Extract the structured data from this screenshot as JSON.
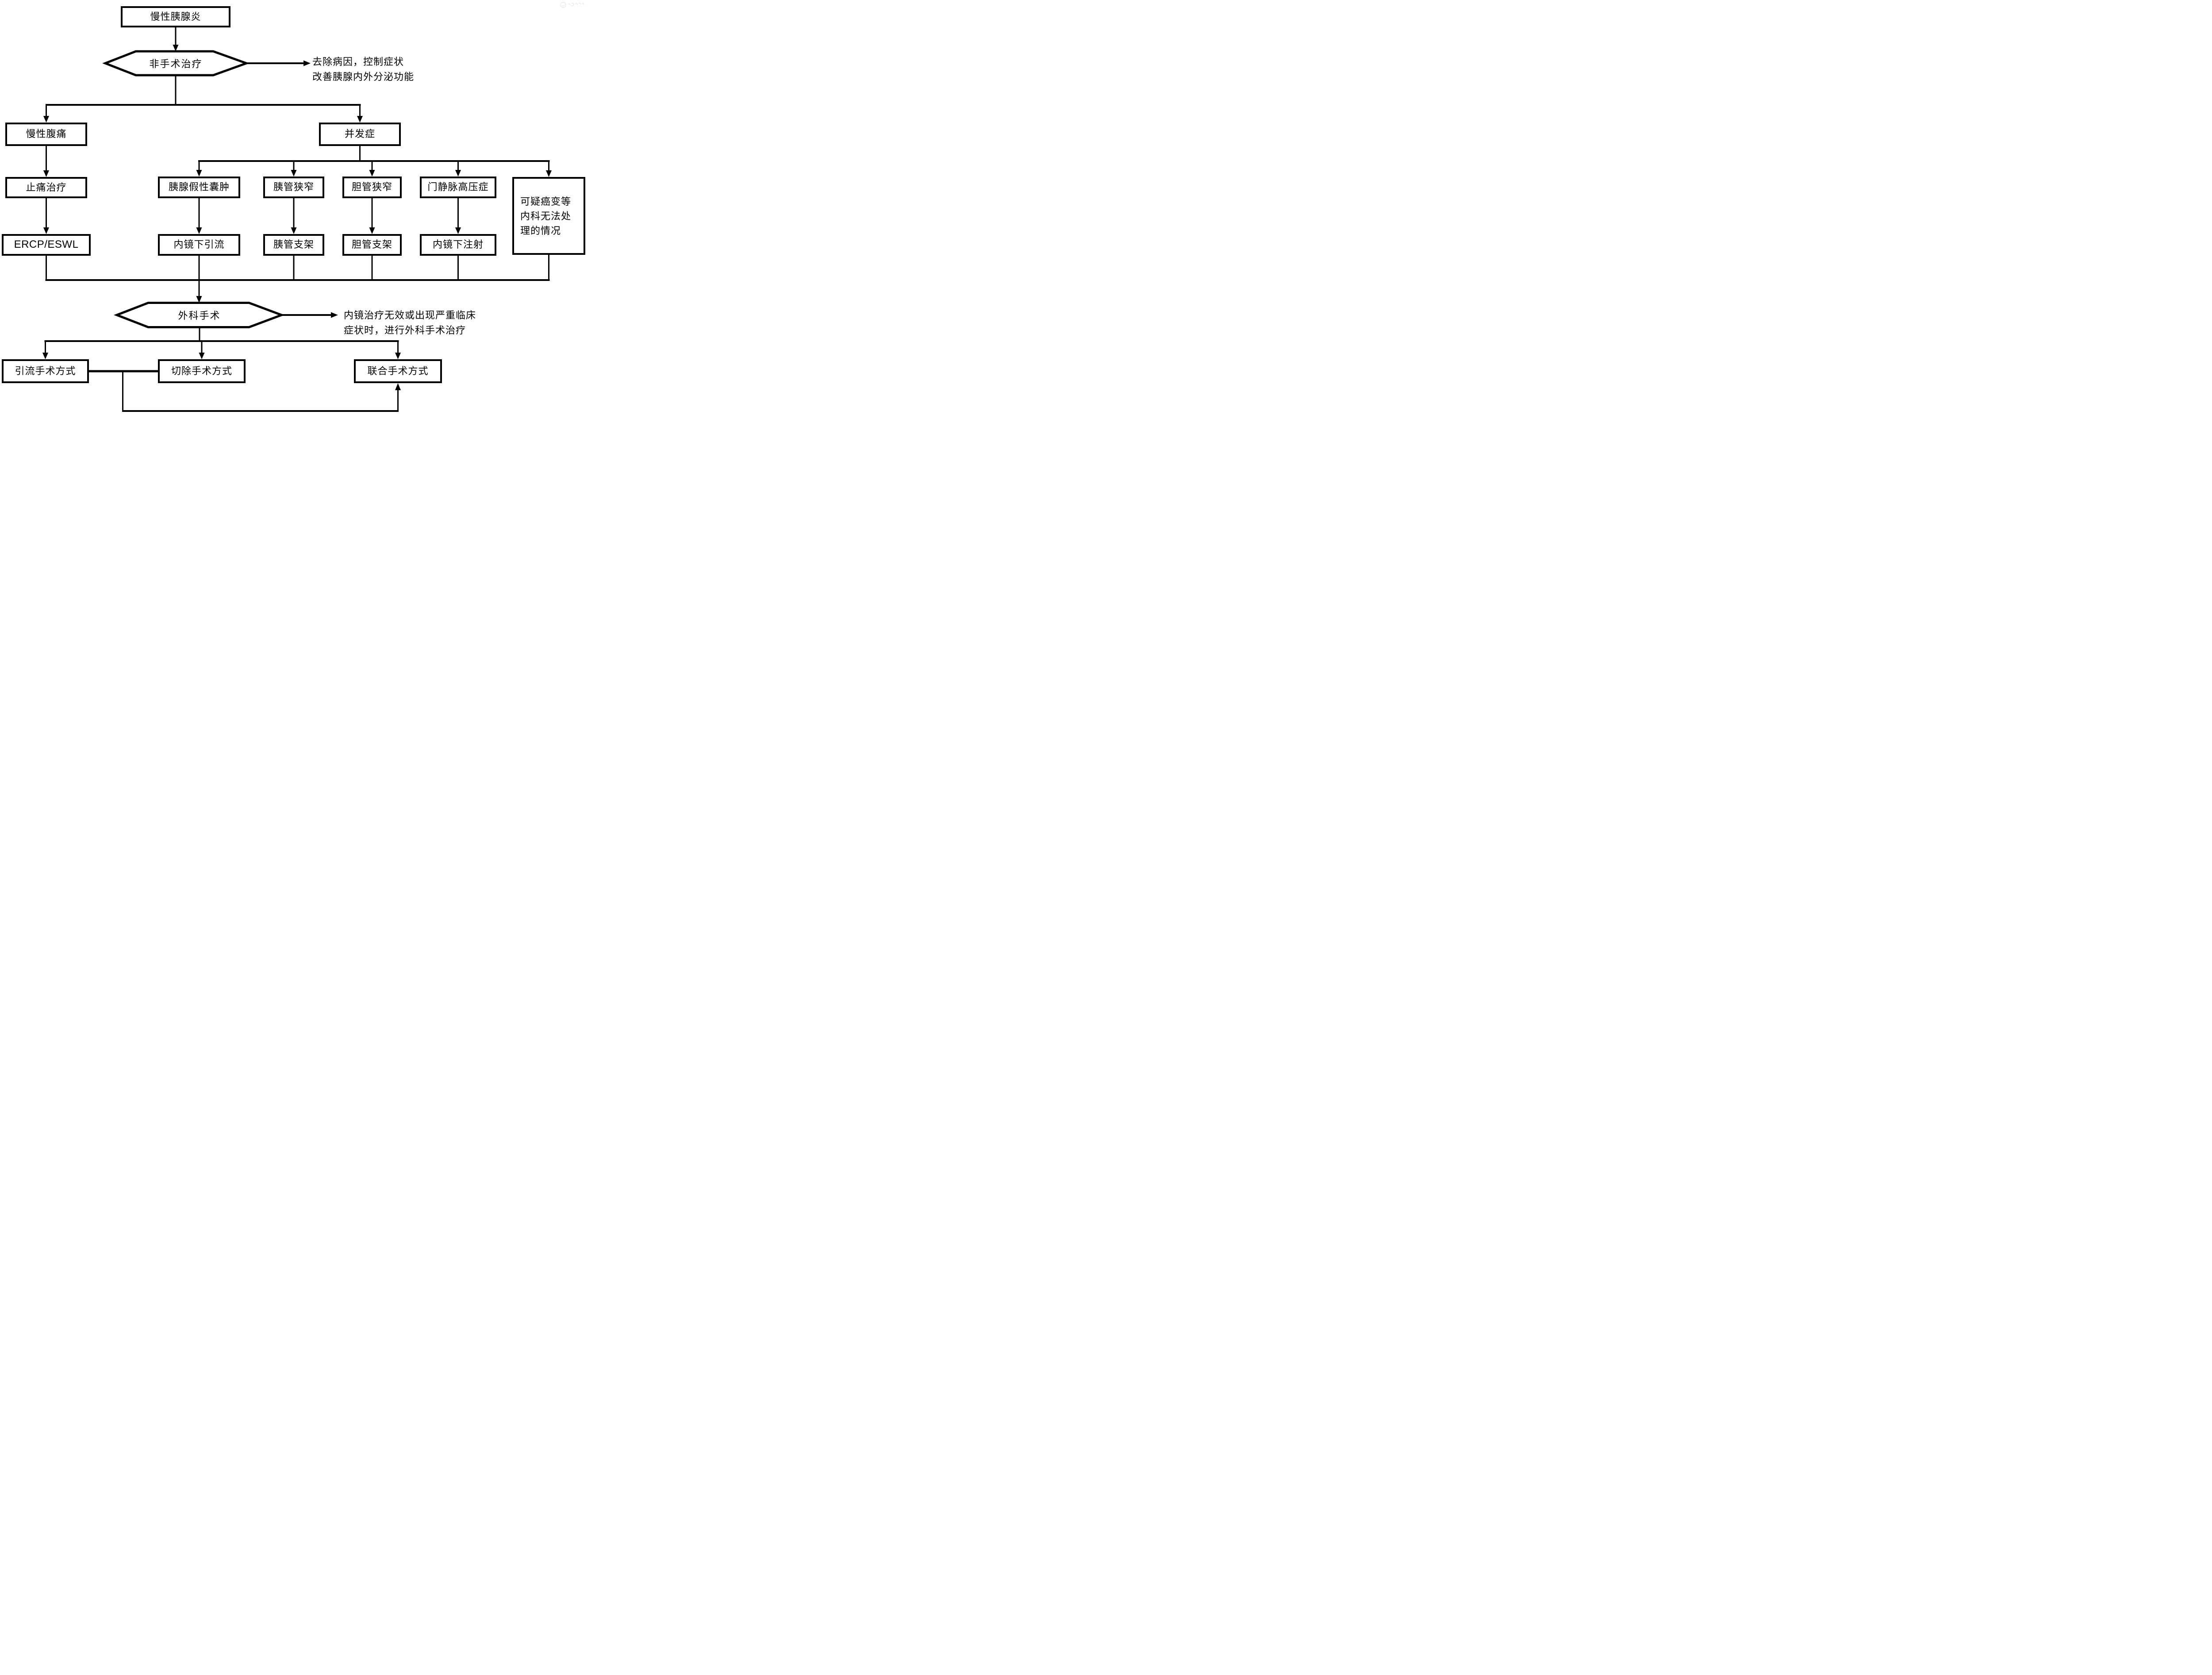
{
  "flowchart": {
    "nodes": {
      "chronic_pancreatitis": "慢性胰腺炎",
      "non_surgical_treatment": "非手术治疗",
      "chronic_abdominal_pain": "慢性腹痛",
      "complications": "并发症",
      "pain_relief_treatment": "止痛治疗",
      "ercp_eswl": "ERCP/ESWL",
      "pancreatic_pseudocyst": "胰腺假性囊肿",
      "pancreatic_duct_stricture": "胰管狭窄",
      "bile_duct_stricture": "胆管狭窄",
      "portal_hypertension": "门静脉高压症",
      "suspected_cancer_line1": "可疑癌变等",
      "suspected_cancer_line2": "内科无法处",
      "suspected_cancer_line3": "理的情况",
      "endoscopic_drainage": "内镜下引流",
      "pancreatic_duct_stent": "胰管支架",
      "bile_duct_stent": "胆管支架",
      "endoscopic_injection": "内镜下注射",
      "surgery": "外科手术",
      "drainage_surgery": "引流手术方式",
      "resection_surgery": "切除手术方式",
      "combined_surgery": "联合手术方式"
    },
    "annotations": {
      "non_surgical_note_line1": "去除病因，控制症状",
      "non_surgical_note_line2": "改善胰腺内外分泌功能",
      "surgery_note_line1": "内镜治疗无效或出现严重临床",
      "surgery_note_line2": "症状时，进行外科手术治疗"
    },
    "colors": {
      "line": "#000000",
      "background": "#ffffff"
    }
  }
}
